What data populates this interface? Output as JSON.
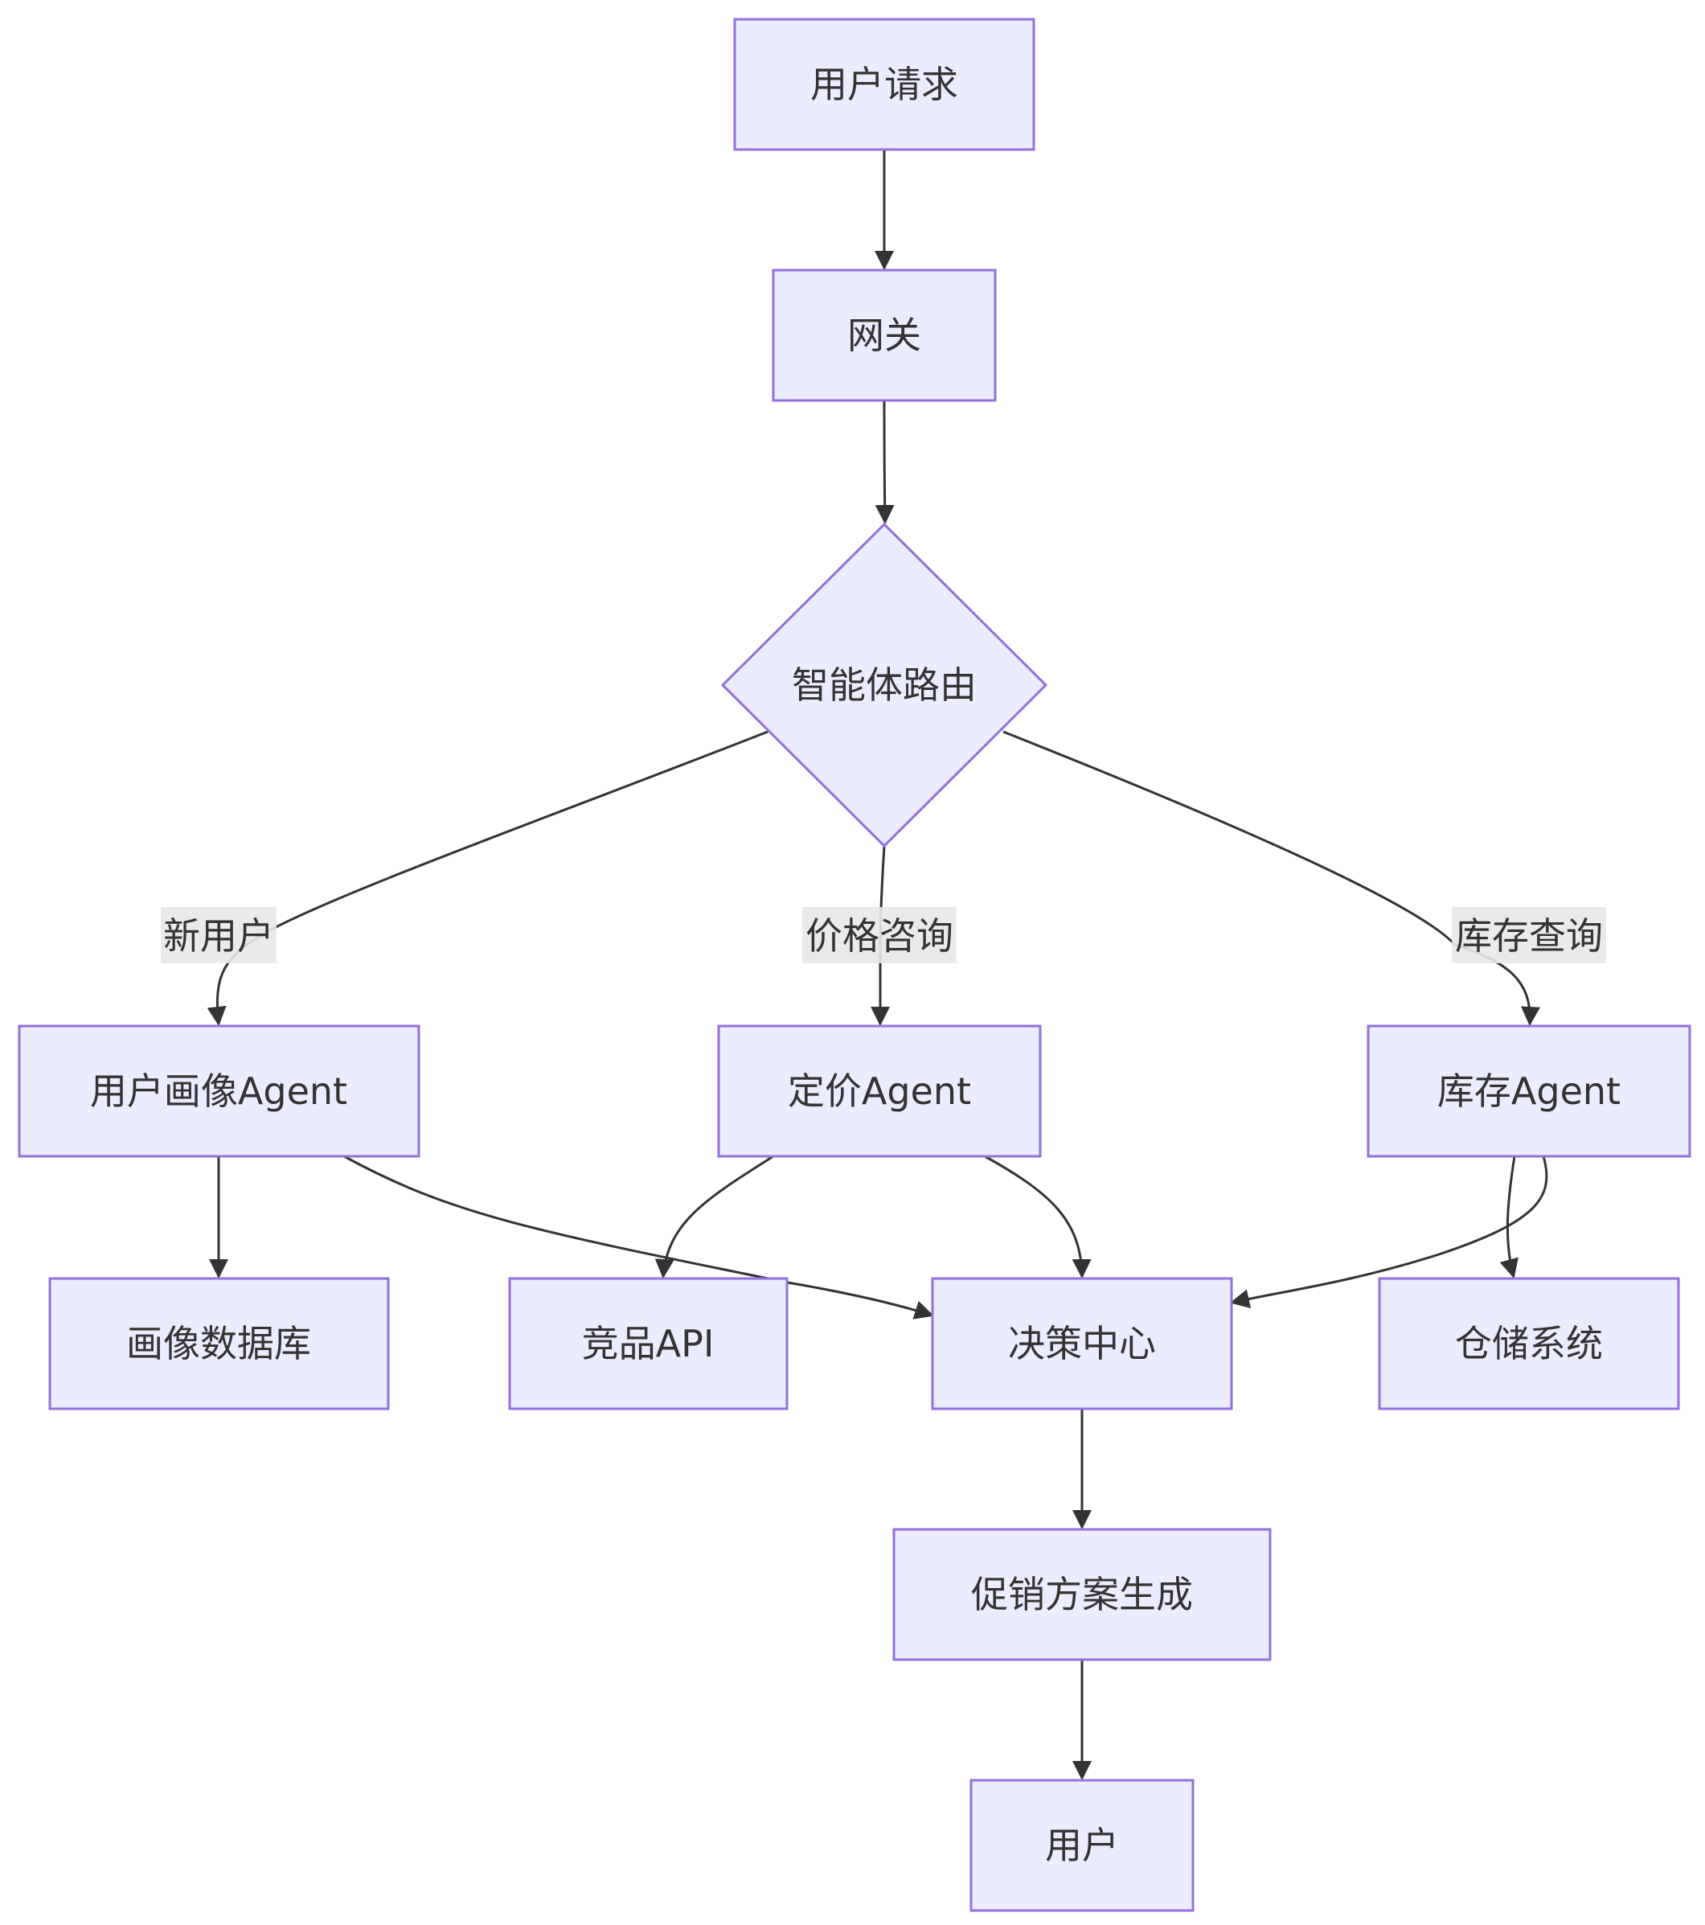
{
  "nodes": {
    "request": "用户请求",
    "gateway": "网关",
    "router": "智能体路由",
    "profile_agent": "用户画像Agent",
    "pricing_agent": "定价Agent",
    "inventory_agent": "库存Agent",
    "profile_db": "画像数据库",
    "competitor_api": "竞品API",
    "decision_center": "决策中心",
    "warehouse": "仓储系统",
    "promo_gen": "促销方案生成",
    "user": "用户"
  },
  "edge_labels": {
    "new_user": "新用户",
    "price_inquiry": "价格咨询",
    "stock_query": "库存查询"
  },
  "colors": {
    "node_fill": "#ECECFF",
    "node_stroke": "#9370DB",
    "edge": "#333333",
    "text": "#333333",
    "label_bg": "#e8e8e8"
  }
}
